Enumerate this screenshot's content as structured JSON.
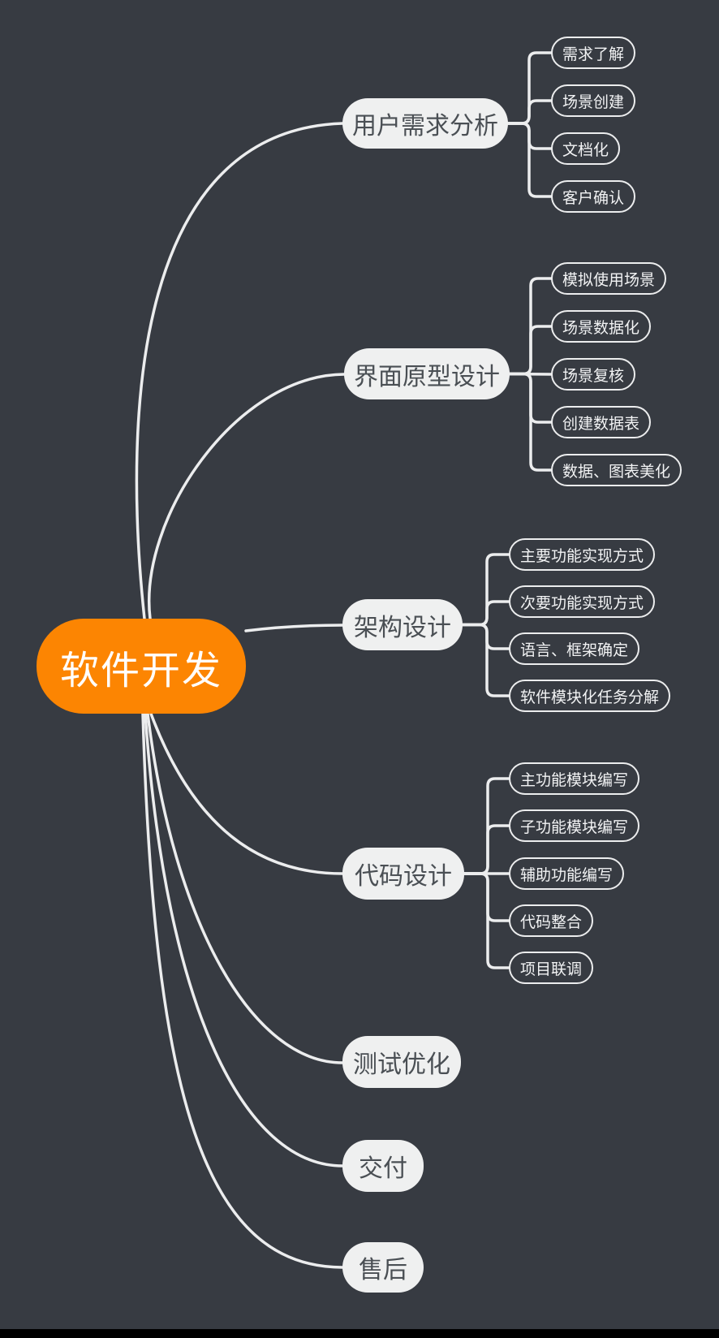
{
  "colors": {
    "background": "#373B42",
    "root_fill": "#FC8502",
    "root_text": "#FFFFFF",
    "branch_fill": "#EFF0F0",
    "branch_text": "#4A4F54",
    "leaf_border": "#ECEDEE",
    "leaf_text": "#F2F3F4",
    "connector": "#ECEDEE",
    "bottom_bar": "#000000"
  },
  "mindmap": {
    "root": {
      "label": "软件开发"
    },
    "branches": [
      {
        "label": "用户需求分析",
        "children": [
          "需求了解",
          "场景创建",
          "文档化",
          "客户确认"
        ]
      },
      {
        "label": "界面原型设计",
        "children": [
          "模拟使用场景",
          "场景数据化",
          "场景复核",
          "创建数据表",
          "数据、图表美化"
        ]
      },
      {
        "label": "架构设计",
        "children": [
          "主要功能实现方式",
          "次要功能实现方式",
          "语言、框架确定",
          "软件模块化任务分解"
        ]
      },
      {
        "label": "代码设计",
        "children": [
          "主功能模块编写",
          "子功能模块编写",
          "辅助功能编写",
          "代码整合",
          "项目联调"
        ]
      },
      {
        "label": "测试优化",
        "children": []
      },
      {
        "label": "交付",
        "children": []
      },
      {
        "label": "售后",
        "children": []
      }
    ]
  }
}
